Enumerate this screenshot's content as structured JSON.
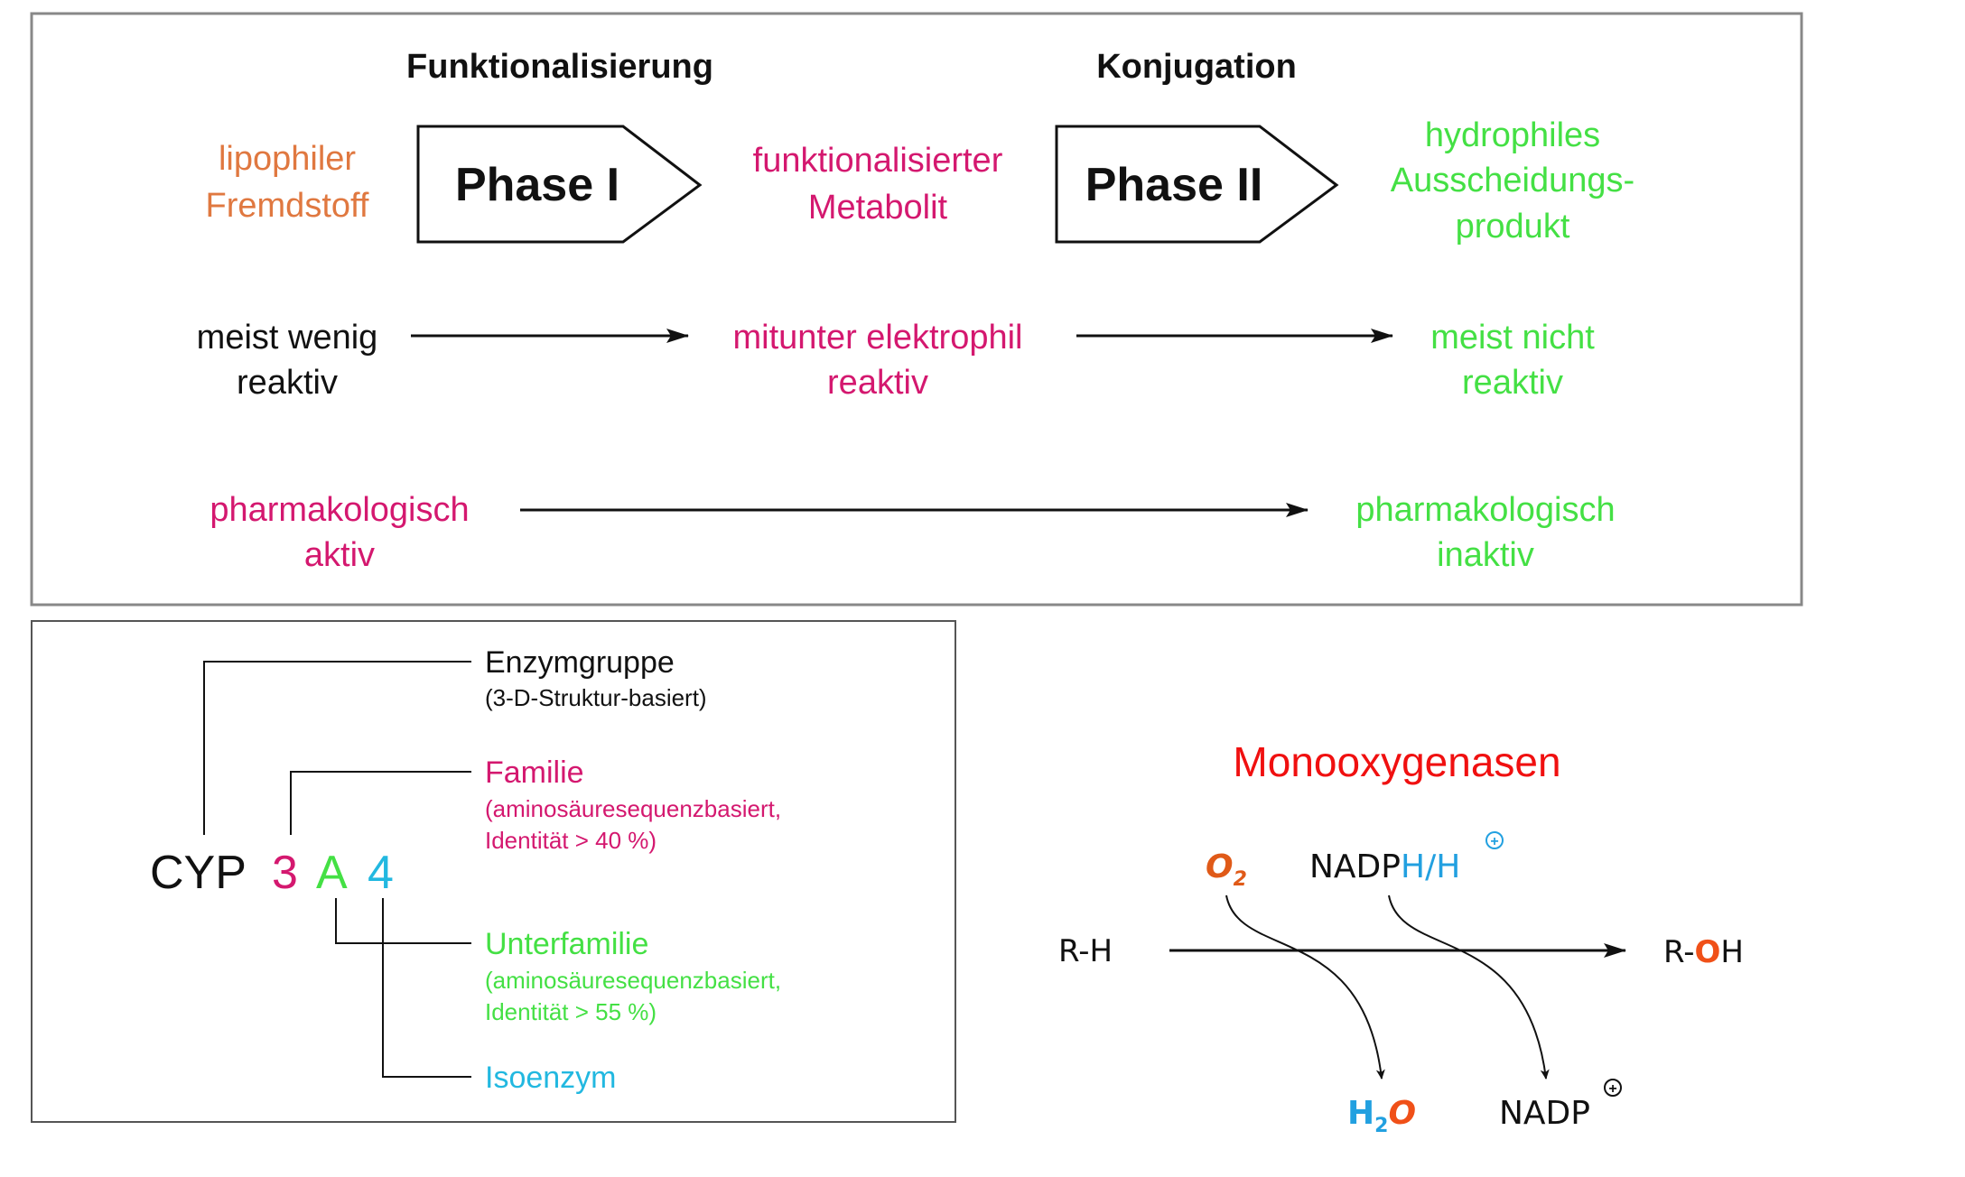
{
  "colors": {
    "orange": "#e07840",
    "magenta": "#d4186f",
    "green": "#44e044",
    "cyan": "#22b8e0",
    "red": "#f01010",
    "frame": "#888888",
    "ink": "#111111"
  },
  "top": {
    "heading_funktionalisierung": "Funktionalisierung",
    "heading_konjugation": "Konjugation",
    "lipophil_l1": "lipophiler",
    "lipophil_l2": "Fremdstoff",
    "phase1": "Phase I",
    "metabolit_l1": "funktionalisierter",
    "metabolit_l2": "Metabolit",
    "phase2": "Phase II",
    "hydro_l1": "hydrophiles",
    "hydro_l2": "Ausscheidungs-",
    "hydro_l3": "produkt",
    "row2_left_l1": "meist wenig",
    "row2_left_l2": "reaktiv",
    "row2_mid_l1": "mitunter elektrophil",
    "row2_mid_l2": "reaktiv",
    "row2_right_l1": "meist nicht",
    "row2_right_l2": "reaktiv",
    "row3_left_l1": "pharmakologisch",
    "row3_left_l2": "aktiv",
    "row3_right_l1": "pharmakologisch",
    "row3_right_l2": "inaktiv"
  },
  "cyp": {
    "prefix": "CYP",
    "digit_family": "3",
    "letter_subfamily": "A",
    "digit_isoenzyme": "4",
    "enzymgruppe": "Enzymgruppe",
    "enzymgruppe_note": "(3-D-Struktur-basiert)",
    "familie": "Familie",
    "familie_note_l1": "(aminosäuresequenzbasiert,",
    "familie_note_l2": "Identität > 40 %)",
    "unterfamilie": "Unterfamilie",
    "unterfamilie_note_l1": "(aminosäuresequenzbasiert,",
    "unterfamilie_note_l2": "Identität > 55 %)",
    "isoenzym": "Isoenzym"
  },
  "mono": {
    "title": "Monooxygenasen",
    "o2_main": "O",
    "o2_sub": "2",
    "nadph_plain": "NADP",
    "nadph_blue": "H/H",
    "plus_symbol": "+",
    "rh": "R-H",
    "roh_plain": "R-",
    "roh_o": "O",
    "roh_h": "H",
    "h2o_h": "H",
    "h2o_sub": "2",
    "h2o_o": "O",
    "nadp": "NADP"
  }
}
